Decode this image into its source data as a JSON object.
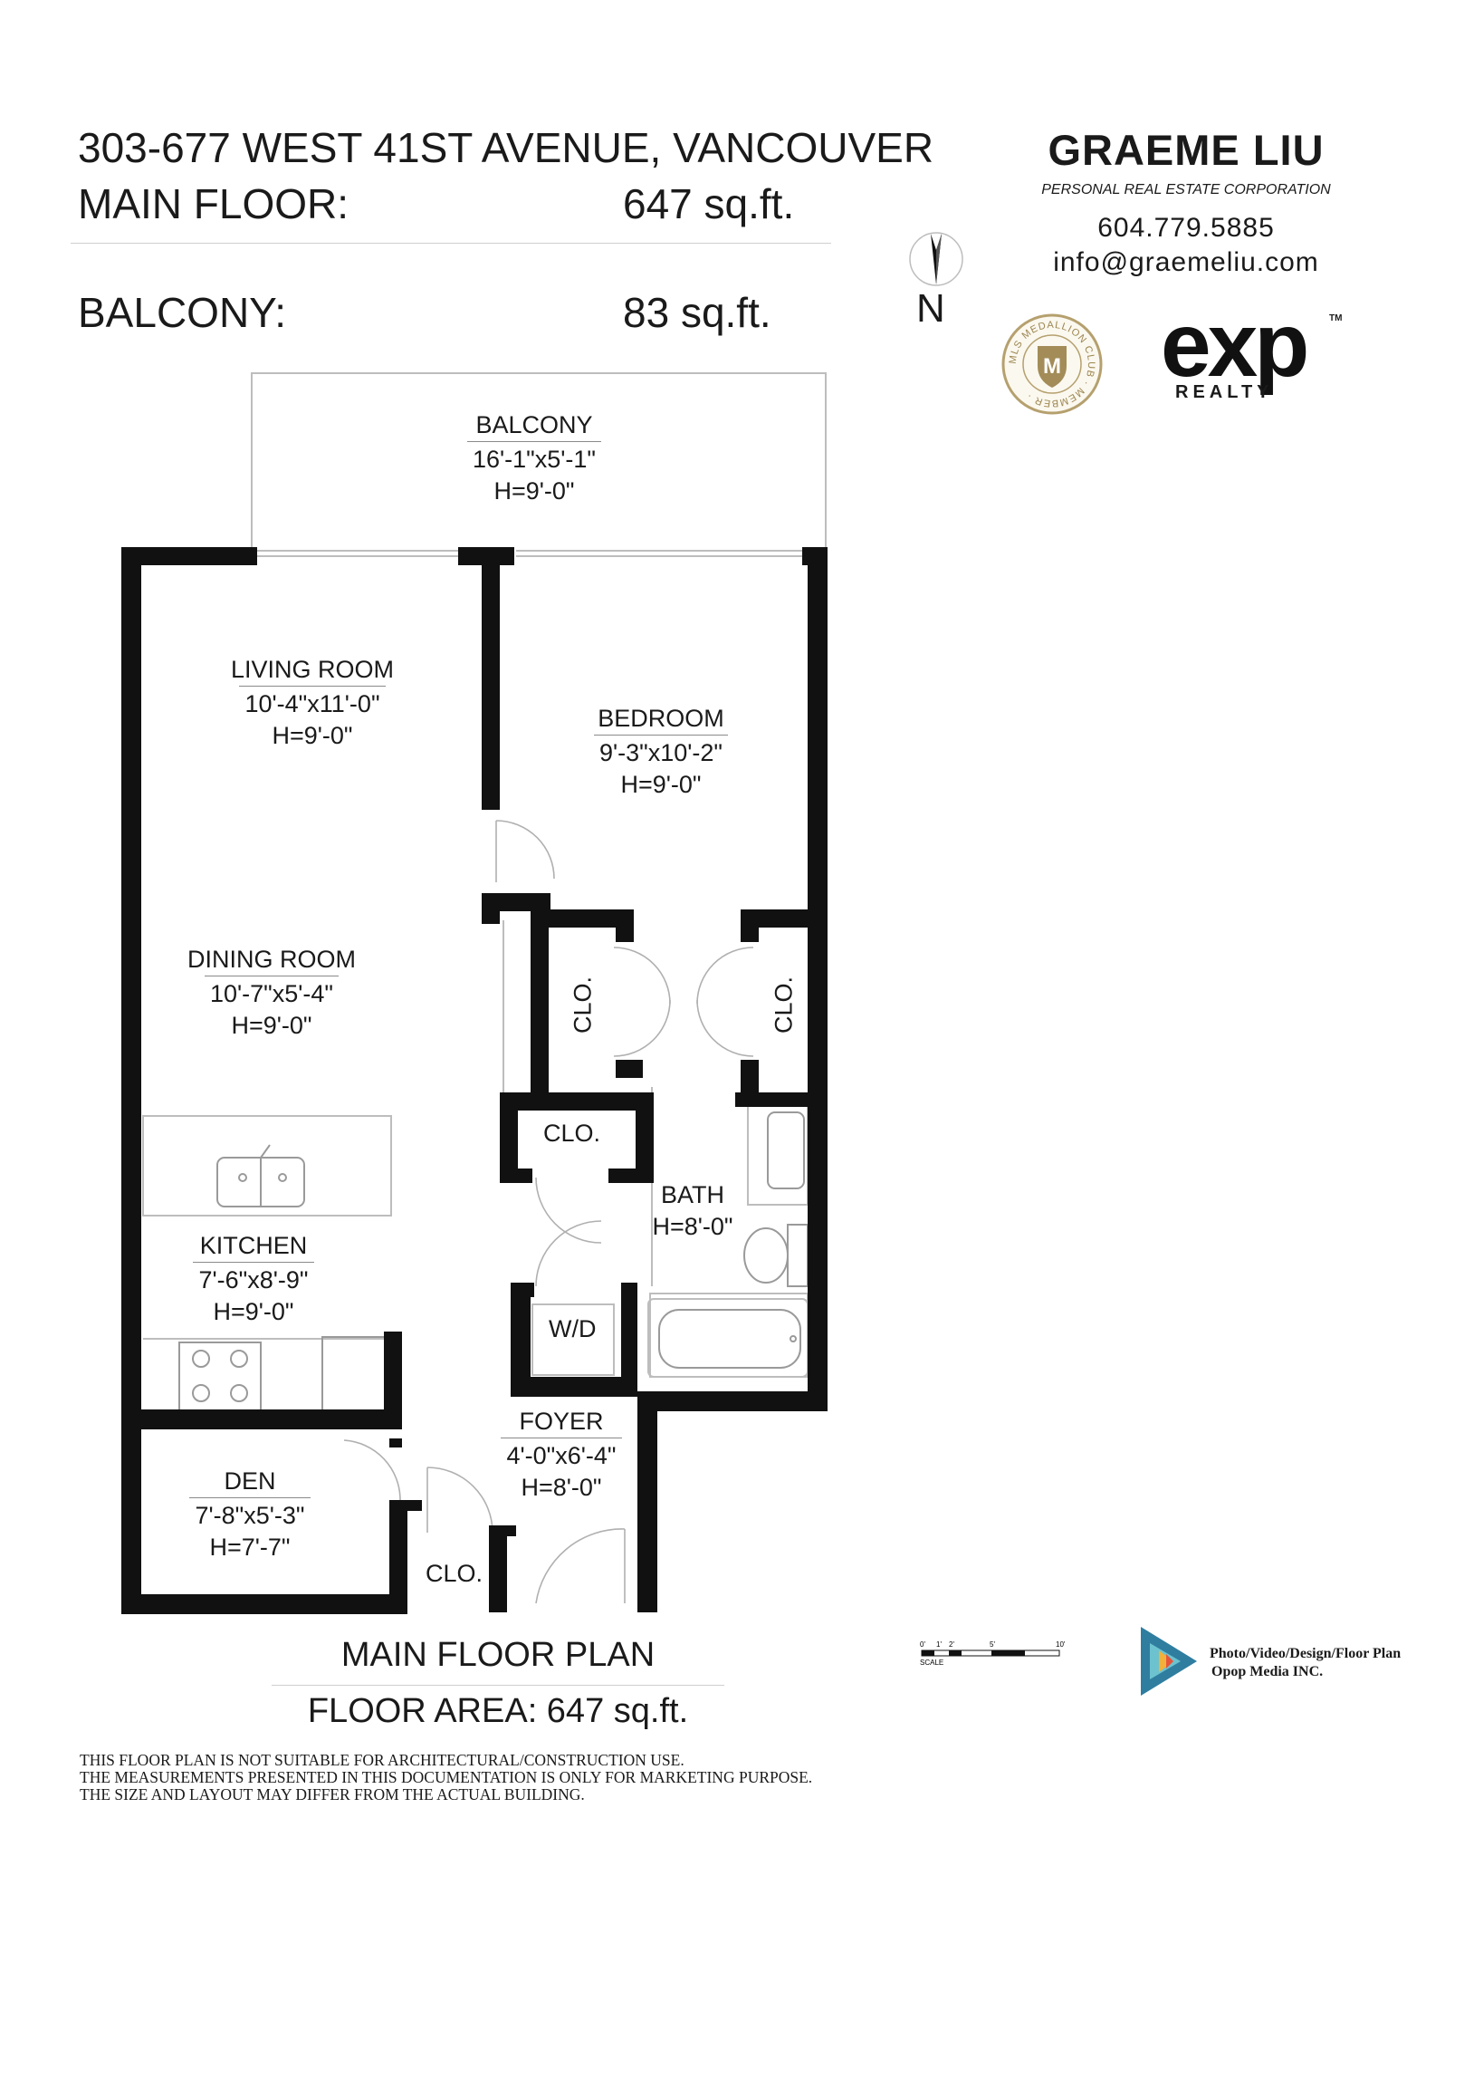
{
  "header": {
    "address": "303-677 WEST 41ST AVENUE, VANCOUVER",
    "main_floor_label": "MAIN FLOOR:",
    "main_floor_area": "647 sq.ft.",
    "balcony_label": "BALCONY:",
    "balcony_area": "83 sq.ft."
  },
  "agent": {
    "name": "GRAEME LIU",
    "corporation": "PERSONAL REAL ESTATE CORPORATION",
    "phone": "604.779.5885",
    "email": "info@graemeliu.com"
  },
  "compass": {
    "label": "N"
  },
  "medallion": {
    "ring_text": "MLS MEDALLION CLUB · MEMBER ·",
    "letter": "M"
  },
  "brokerage": {
    "logo_text": "exp",
    "sub": "REALTY",
    "tm": "TM"
  },
  "rooms": {
    "balcony": {
      "name": "BALCONY",
      "dims": "16'-1\"x5'-1\"",
      "height": "H=9'-0\""
    },
    "living": {
      "name": "LIVING ROOM",
      "dims": "10'-4\"x11'-0\"",
      "height": "H=9'-0\""
    },
    "bedroom": {
      "name": "BEDROOM",
      "dims": "9'-3\"x10'-2\"",
      "height": "H=9'-0\""
    },
    "dining": {
      "name": "DINING ROOM",
      "dims": "10'-7\"x5'-4\"",
      "height": "H=9'-0\""
    },
    "kitchen": {
      "name": "KITCHEN",
      "dims": "7'-6\"x8'-9\"",
      "height": "H=9'-0\""
    },
    "bath": {
      "name": "BATH",
      "height": "H=8'-0\""
    },
    "foyer": {
      "name": "FOYER",
      "dims": "4'-0\"x6'-4\"",
      "height": "H=8'-0\""
    },
    "den": {
      "name": "DEN",
      "dims": "7'-8\"x5'-3\"",
      "height": "H=7'-7\""
    }
  },
  "labels": {
    "closet": "CLO.",
    "washer_dryer": "W/D"
  },
  "plan_title": "MAIN FLOOR PLAN",
  "floor_area": "FLOOR AREA: 647 sq.ft.",
  "disclaimer": [
    "THIS FLOOR PLAN IS NOT SUITABLE FOR ARCHITECTURAL/CONSTRUCTION USE.",
    "THE MEASUREMENTS PRESENTED IN THIS DOCUMENTATION IS ONLY FOR MARKETING PURPOSE.",
    "THE SIZE AND LAYOUT MAY DIFFER FROM THE ACTUAL BUILDING."
  ],
  "scale_bar": {
    "ticks": [
      "0'",
      "1'",
      "2'",
      "5'",
      "10'"
    ],
    "label": "SCALE"
  },
  "credit": {
    "line1": "Photo/Video/Design/Floor Plan",
    "line2": "Opop Media INC."
  }
}
